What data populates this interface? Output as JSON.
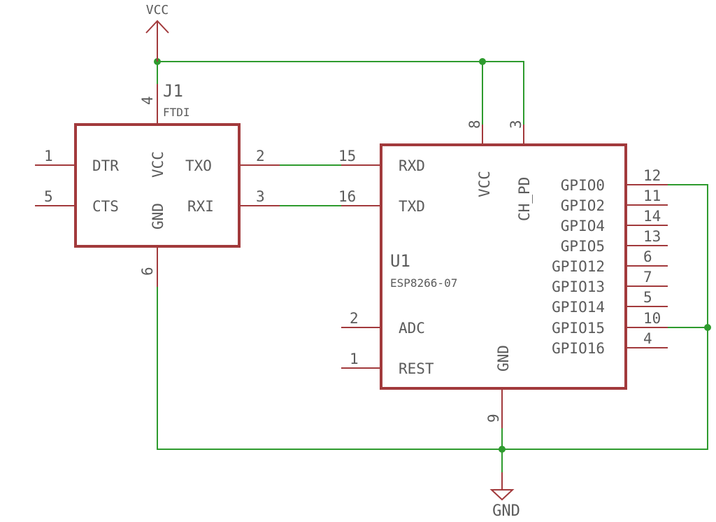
{
  "power": {
    "vcc_label": "VCC",
    "gnd_label": "GND"
  },
  "j1": {
    "ref": "J1",
    "value": "FTDI",
    "pins": {
      "dtr": {
        "label": "DTR",
        "num": "1"
      },
      "cts": {
        "label": "CTS",
        "num": "5"
      },
      "vcc": {
        "label": "VCC",
        "num": "4"
      },
      "gnd": {
        "label": "GND",
        "num": "6"
      },
      "txo": {
        "label": "TXO",
        "num": "2"
      },
      "rxi": {
        "label": "RXI",
        "num": "3"
      }
    }
  },
  "u1": {
    "ref": "U1",
    "value": "ESP8266-07",
    "pins": {
      "rxd": {
        "label": "RXD",
        "num": "15"
      },
      "txd": {
        "label": "TXD",
        "num": "16"
      },
      "adc": {
        "label": "ADC",
        "num": "2"
      },
      "rest": {
        "label": "REST",
        "num": "1"
      },
      "vcc": {
        "label": "VCC",
        "num": "8"
      },
      "ch_pd": {
        "label": "CH_PD",
        "num": "3"
      },
      "gnd": {
        "label": "GND",
        "num": "9"
      },
      "gpio0": {
        "label": "GPIO0",
        "num": "12"
      },
      "gpio2": {
        "label": "GPIO2",
        "num": "11"
      },
      "gpio4": {
        "label": "GPIO4",
        "num": "14"
      },
      "gpio5": {
        "label": "GPIO5",
        "num": "13"
      },
      "gpio12": {
        "label": "GPIO12",
        "num": "6"
      },
      "gpio13": {
        "label": "GPIO13",
        "num": "7"
      },
      "gpio14": {
        "label": "GPIO14",
        "num": "5"
      },
      "gpio15": {
        "label": "GPIO15",
        "num": "10"
      },
      "gpio16": {
        "label": "GPIO16",
        "num": "4"
      }
    }
  },
  "colors": {
    "component": "#a23a3c",
    "wire": "#2e9b2e",
    "text": "#5b5b5b"
  }
}
